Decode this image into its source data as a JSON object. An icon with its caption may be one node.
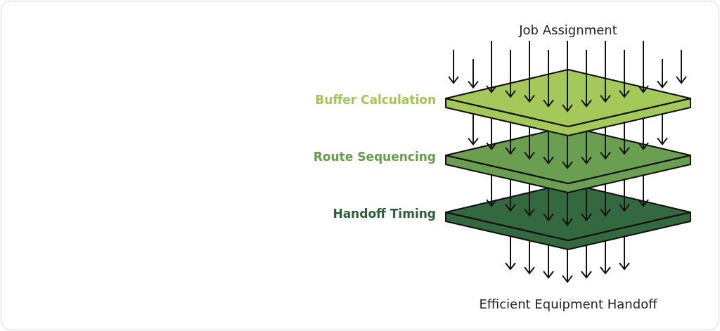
{
  "diagram": {
    "nodes": [
      {
        "text": [
          "Job Assignment"
        ]
      },
      {
        "text": [
          "Buffer Calculation"
        ]
      },
      {
        "text": [
          "Route Sequencing"
        ]
      },
      {
        "text": [
          "Handoff Timing"
        ]
      },
      {
        "text": [
          "Efficient Equipment Handoff"
        ]
      }
    ],
    "edges": [
      {
        "from": null,
        "to": 1,
        "arrow": "to"
      },
      {
        "from": 0,
        "to": 1,
        "arrow": "to"
      },
      {
        "from": 0,
        "to": 1,
        "arrow": "to"
      },
      {
        "from": 0,
        "to": 1,
        "arrow": "to"
      },
      {
        "from": 0,
        "to": 1,
        "arrow": "to"
      },
      {
        "from": 0,
        "to": 1,
        "arrow": "to"
      },
      {
        "from": 0,
        "to": 1,
        "arrow": "to"
      },
      {
        "from": 0,
        "to": 1,
        "arrow": "to"
      },
      {
        "from": 0,
        "to": 1,
        "arrow": "to"
      },
      {
        "from": 0,
        "to": 1,
        "arrow": "to"
      },
      {
        "from": null,
        "to": 1,
        "arrow": "to"
      },
      {
        "from": 1,
        "to": 2,
        "arrow": "to"
      },
      {
        "from": 1,
        "to": 2,
        "arrow": "to"
      },
      {
        "from": 1,
        "to": 2,
        "arrow": "to"
      },
      {
        "from": 1,
        "to": 2,
        "arrow": "to"
      },
      {
        "from": 1,
        "to": 2,
        "arrow": "to"
      },
      {
        "from": 1,
        "to": 2,
        "arrow": "to"
      },
      {
        "from": 1,
        "to": 2,
        "arrow": "to"
      },
      {
        "from": 1,
        "to": 2,
        "arrow": "to"
      },
      {
        "from": 1,
        "to": 2,
        "arrow": "to"
      },
      {
        "from": 1,
        "to": 2,
        "arrow": "to"
      },
      {
        "from": 1,
        "to": 2,
        "arrow": "to"
      },
      {
        "from": 2,
        "to": 3,
        "arrow": "to"
      },
      {
        "from": 2,
        "to": 3,
        "arrow": "to"
      },
      {
        "from": 2,
        "to": 3,
        "arrow": "to"
      },
      {
        "from": 2,
        "to": 3,
        "arrow": "to"
      },
      {
        "from": 2,
        "to": 3,
        "arrow": "to"
      },
      {
        "from": 2,
        "to": 3,
        "arrow": "to"
      },
      {
        "from": 2,
        "to": 3,
        "arrow": "to"
      },
      {
        "from": 2,
        "to": 3,
        "arrow": "to"
      },
      {
        "from": 2,
        "to": 3,
        "arrow": "to"
      },
      {
        "from": 3,
        "to": null,
        "arrow": "to"
      },
      {
        "from": 3,
        "to": 4,
        "arrow": "to"
      },
      {
        "from": 3,
        "to": 4,
        "arrow": "to"
      },
      {
        "from": 3,
        "to": 4,
        "arrow": "to"
      },
      {
        "from": 3,
        "to": 4,
        "arrow": "to"
      },
      {
        "from": 3,
        "to": 4,
        "arrow": "to"
      },
      {
        "from": 3,
        "to": null,
        "arrow": "to"
      }
    ]
  }
}
